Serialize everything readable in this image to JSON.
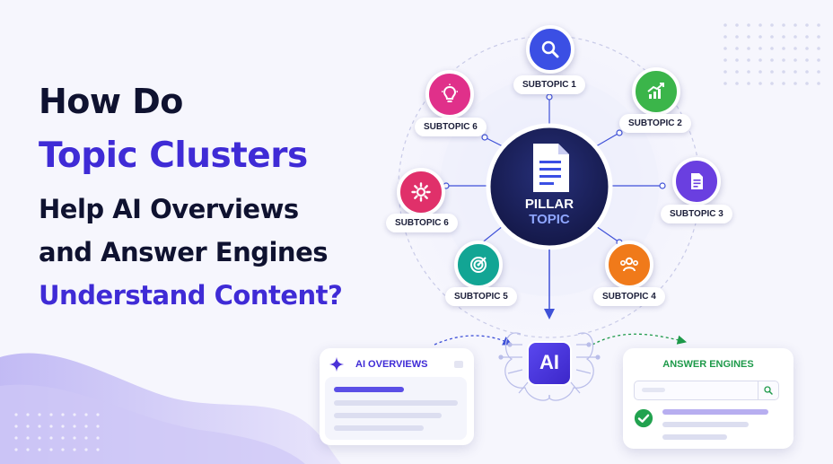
{
  "headline": {
    "line1": "How Do",
    "line2": "Topic Clusters",
    "line3": "Help AI Overviews",
    "line4": "and Answer Engines",
    "line5": "Understand Content?"
  },
  "pillar": {
    "line1": "PILLAR",
    "line2": "TOPIC",
    "icon": "document-icon"
  },
  "subtopics": [
    {
      "label": "SUBTOPIC 1",
      "icon": "search-icon",
      "color": "#3b4fe4"
    },
    {
      "label": "SUBTOPIC 2",
      "icon": "growth-chart-icon",
      "color": "#3bb54a"
    },
    {
      "label": "SUBTOPIC 3",
      "icon": "document-icon",
      "color": "#6a3fe0"
    },
    {
      "label": "SUBTOPIC 4",
      "icon": "team-icon",
      "color": "#f07a1a"
    },
    {
      "label": "SUBTOPIC 5",
      "icon": "target-icon",
      "color": "#12a594"
    },
    {
      "label": "SUBTOPIC 6",
      "icon": "gear-icon",
      "color": "#e0306a"
    },
    {
      "label": "SUBTOPIC 6",
      "icon": "lightbulb-icon",
      "color": "#e0308a"
    }
  ],
  "ai": {
    "label": "AI",
    "icon": "brain-circuit-icon"
  },
  "ai_overviews": {
    "title": "AI OVERVIEWS",
    "icon": "sparkle-icon"
  },
  "answer_engines": {
    "title": "ANSWER ENGINES",
    "search_icon": "search-icon",
    "check_icon": "check-circle-icon"
  },
  "colors": {
    "dark_text": "#0f1230",
    "accent_blue": "#3f2bd6",
    "pillar_navy": "#1a1f5c",
    "answer_green": "#1e9a4a"
  }
}
